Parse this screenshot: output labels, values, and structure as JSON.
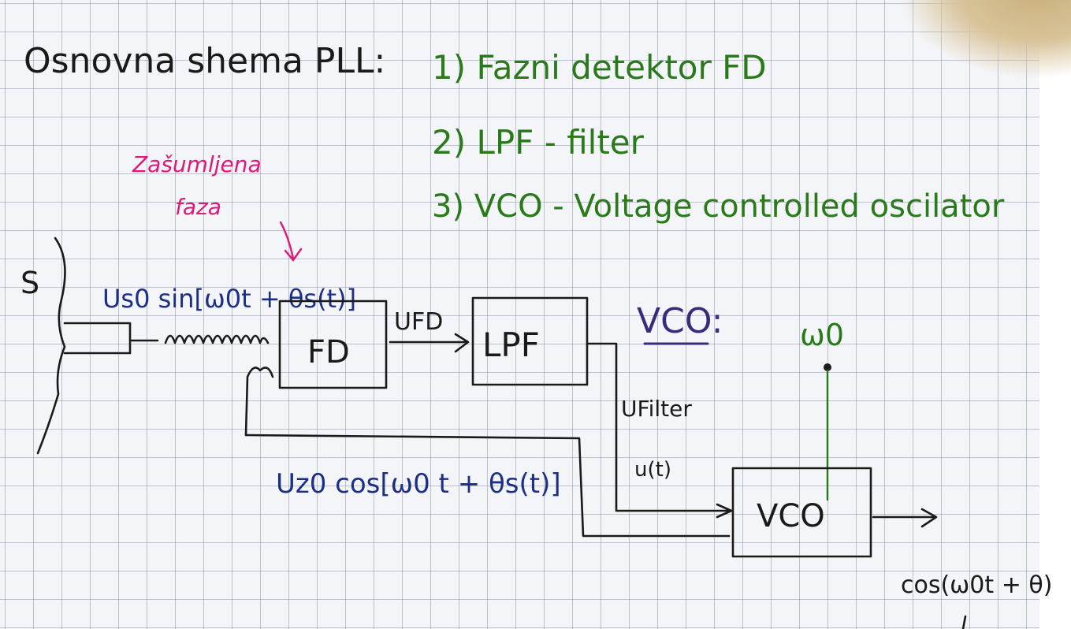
{
  "title": {
    "text": "Osnovna shema PLL:"
  },
  "list": {
    "item1": "1) Fazni detektor FD",
    "item2": "2) LPF - filter",
    "item3": "3) VCO - Voltage controlled oscilator"
  },
  "annotation": {
    "line1": "Zašumljena",
    "line2": "faza"
  },
  "labels": {
    "s": "S",
    "input_signal": "Us0 sin[ω0t + θs(t)]",
    "u_fd": "UFD",
    "vco_heading": "VCO:",
    "omega_node": "ω0",
    "u_filter": "UFilter",
    "u_t": "u(t)",
    "feedback_signal": "Uz0 cos[ω0 t + θs(t)]",
    "output_signal": "cos(ω0t + θ)"
  },
  "blocks": {
    "fd": "FD",
    "lpf": "LPF",
    "vco": "VCO"
  },
  "colors": {
    "black_ink": "#1a1a1a",
    "green_ink": "#2a7a1c",
    "blue_ink": "#1c2f86",
    "magenta_ink": "#e0187a",
    "purple_ink": "#3a2a7a",
    "paper": "#f4f5f8",
    "grid": "#78829b"
  }
}
